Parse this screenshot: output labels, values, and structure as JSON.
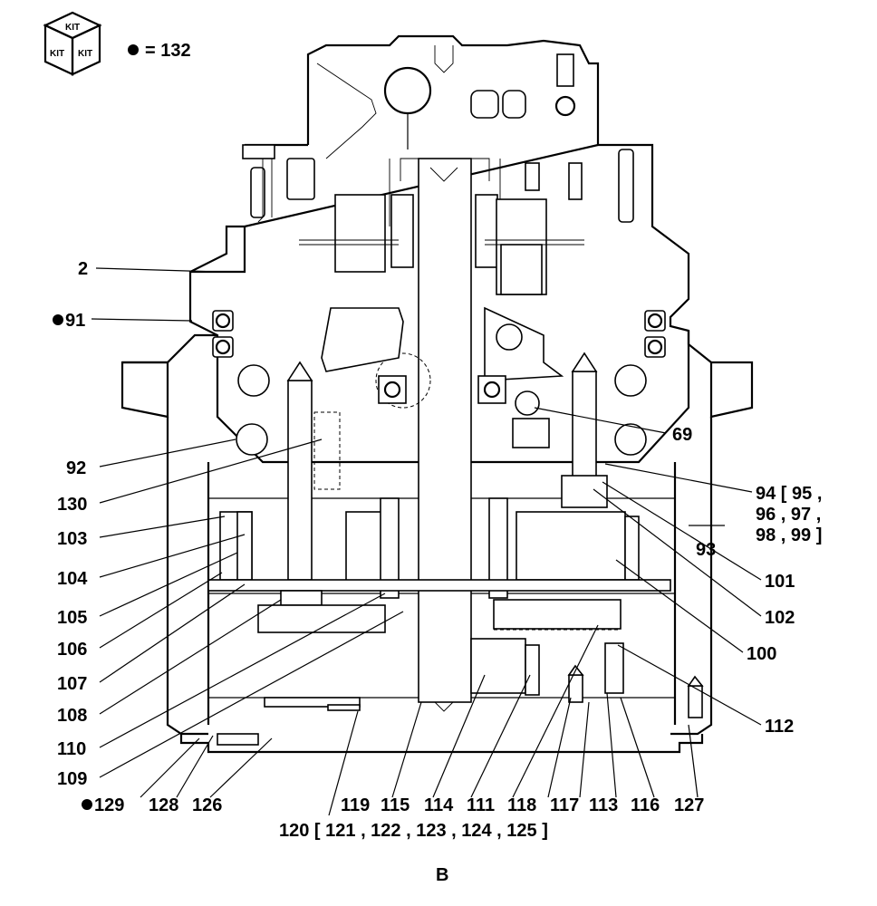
{
  "kit": {
    "icon": "kit-cube-icon",
    "faces": [
      "KIT",
      "KIT",
      "KIT"
    ],
    "legend_text": "= 132"
  },
  "labels": {
    "p2": "2",
    "p91": "91",
    "p92": "92",
    "p130": "130",
    "p103": "103",
    "p104": "104",
    "p105": "105",
    "p106": "106",
    "p107": "107",
    "p108": "108",
    "p110": "110",
    "p109": "109",
    "p69": "69",
    "p94": "94 [ 95 ,",
    "p94b": "96 , 97 ,",
    "p94c": "98 , 99 ]",
    "p93": "93",
    "p101": "101",
    "p102": "102",
    "p100": "100",
    "p112": "112",
    "p129": "129",
    "p128": "128",
    "p126": "126",
    "p119": "119",
    "p115": "115",
    "p114": "114",
    "p111": "111",
    "p118": "118",
    "p117": "117",
    "p113": "113",
    "p116": "116",
    "p127": "127",
    "p120": "120 [ 121 , 122 , 123 , 124 , 125 ]"
  },
  "view_label": "B",
  "colors": {
    "line": "#000000",
    "background": "#ffffff"
  }
}
